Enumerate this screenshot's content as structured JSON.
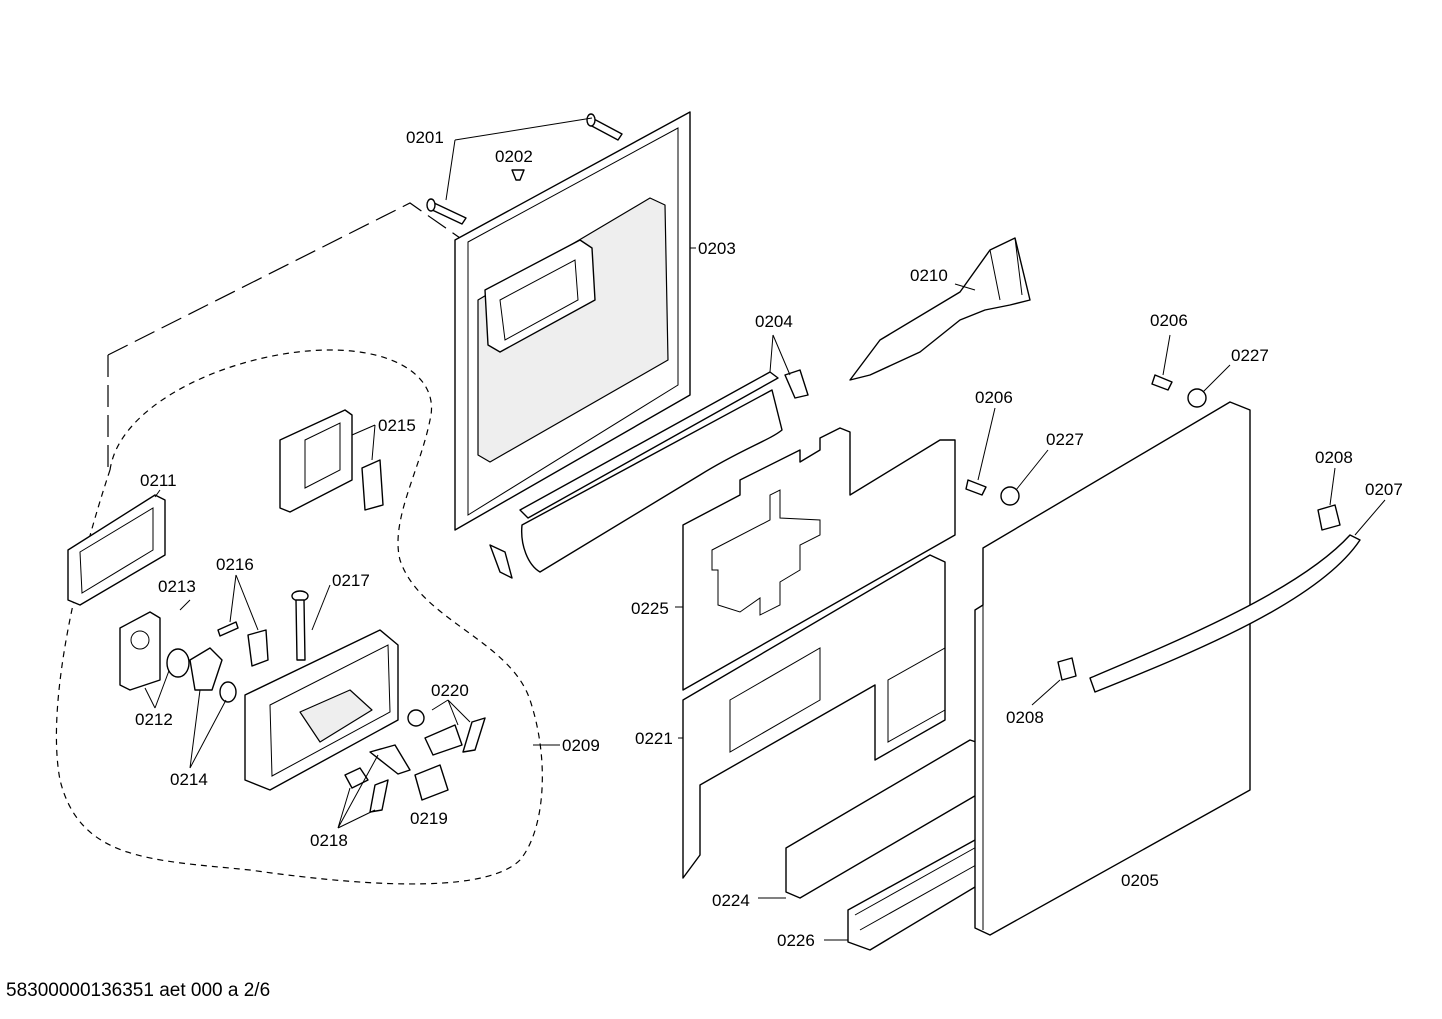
{
  "diagram": {
    "document_id": "58300000136351 aet 000 a 2/6",
    "callouts": {
      "c0201": "0201",
      "c0202": "0202",
      "c0203": "0203",
      "c0204": "0204",
      "c0205": "0205",
      "c0206a": "0206",
      "c0206b": "0206",
      "c0207": "0207",
      "c0208a": "0208",
      "c0208b": "0208",
      "c0209": "0209",
      "c0210": "0210",
      "c0211": "0211",
      "c0212": "0212",
      "c0213": "0213",
      "c0214": "0214",
      "c0215": "0215",
      "c0216": "0216",
      "c0217": "0217",
      "c0218": "0218",
      "c0219": "0219",
      "c0220": "0220",
      "c0221": "0221",
      "c0224": "0224",
      "c0225": "0225",
      "c0226": "0226",
      "c0227a": "0227",
      "c0227b": "0227"
    }
  }
}
